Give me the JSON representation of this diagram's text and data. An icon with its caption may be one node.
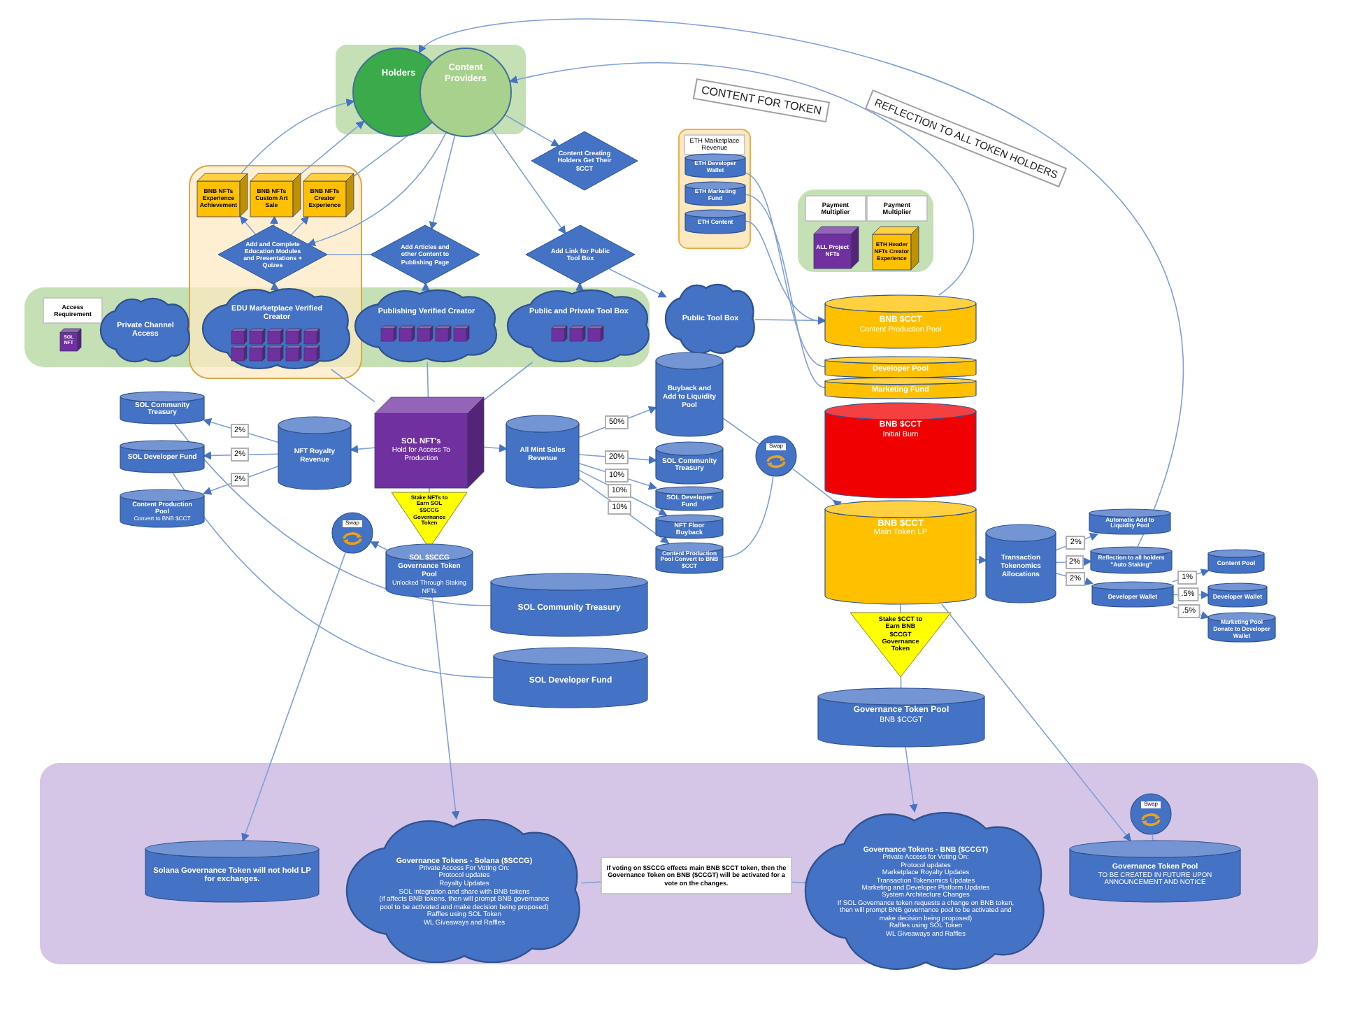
{
  "diagram": {
    "nodes": [
      {
        "text": [
          "Holders"
        ]
      },
      {
        "text": [
          "Content Providers"
        ]
      },
      {
        "text": [
          "Content Creating Holders Get Their $CCT"
        ]
      },
      {
        "text": [
          "ETH Marketplace Revenue"
        ]
      },
      {
        "text": [
          "ETH Developer Wallet"
        ],
        "in": 3
      },
      {
        "text": [
          "ETH Marketing Fund"
        ],
        "in": 3
      },
      {
        "text": [
          "ETH Content"
        ],
        "in": 3
      },
      {
        "text": [],
        "shape": "box"
      },
      {
        "text": [
          "Payment Multiplier"
        ],
        "in": 7
      },
      {
        "text": [
          "Payment Multiplier"
        ],
        "in": 7
      },
      {
        "text": [
          "ALL Project NFTs"
        ],
        "in": 7
      },
      {
        "text": [
          "ETH Header NFTs Creator Experience"
        ],
        "in": 7
      },
      {
        "text": [],
        "shape": "box"
      },
      {
        "text": [
          "BNB NFTs Experience Achievement"
        ],
        "in": 12
      },
      {
        "text": [
          "BNB NFTs Custom Art Sale"
        ],
        "in": 12
      },
      {
        "text": [
          "BNB NFTs Creator Experience"
        ],
        "in": 12
      },
      {
        "text": [
          "Add and Complete Education Modules and Presentations + Quizes"
        ],
        "in": 12
      },
      {
        "text": [
          "Add Articles and other Content to Publishing Page"
        ]
      },
      {
        "text": [
          "Add Link for Public Tool Box"
        ]
      },
      {
        "text": [],
        "shape": "box"
      },
      {
        "text": [
          "Access Requirement"
        ],
        "in": 19
      },
      {
        "text": [
          "SOL NFT"
        ],
        "in": 19
      },
      {
        "text": [
          "Private Channel Access"
        ],
        "in": 19
      },
      {
        "text": [
          "EDU Marketplace Verified Creator"
        ]
      },
      {
        "text": [
          "Publishing Verified Creator"
        ],
        "in": 19
      },
      {
        "text": [
          "Public and Private Tool Box"
        ],
        "in": 19
      },
      {
        "text": [
          "Public Tool Box"
        ]
      },
      {
        "text": [
          "BNB $CCT",
          "Content Production Pool"
        ]
      },
      {
        "text": [
          "Developer Pool"
        ]
      },
      {
        "text": [
          "Marketing Fund"
        ]
      },
      {
        "text": [
          "BNB $CCT",
          "Initial Burn"
        ]
      },
      {
        "text": [
          "BNB $CCT",
          "Main Token LP"
        ]
      },
      {
        "text": [
          "Transaction Tokenomics Allocations"
        ]
      },
      {
        "text": [
          "Automatic Add to Liquidity Pool"
        ]
      },
      {
        "text": [
          "Reflection to all holders \"Auto Staking\""
        ]
      },
      {
        "text": [
          "Developer Wallet"
        ]
      },
      {
        "text": [
          "Content Pool"
        ]
      },
      {
        "text": [
          "Developer Wallet"
        ]
      },
      {
        "text": [
          "Marketing Pool Donate to Developer Wallet"
        ]
      },
      {
        "text": [
          "Stake $CCT to Earn BNB $CCGT Governance Token"
        ]
      },
      {
        "text": [
          "Governance Token Pool",
          "BNB $CCGT"
        ]
      },
      {
        "text": [
          "SOL Community Treasury"
        ]
      },
      {
        "text": [
          "SOL Developer Fund"
        ]
      },
      {
        "text": [
          "Content Production Pool",
          "Convert to BNB $CCT"
        ]
      },
      {
        "text": [
          "NFT Royalty Revenue"
        ]
      },
      {
        "text": [
          "SOL NFT's",
          "Hold for Access To Production"
        ]
      },
      {
        "text": [
          "All Mint Sales Revenue"
        ]
      },
      {
        "text": [
          "Buyback and Add to Liquidity Pool"
        ]
      },
      {
        "text": [
          "SOL Community Treasury"
        ]
      },
      {
        "text": [
          "SOL Developer Fund"
        ]
      },
      {
        "text": [
          "NFT Floor Buyback"
        ]
      },
      {
        "text": [
          "Content Production Pool Convert to BNB $CCT"
        ]
      },
      {
        "text": [
          "Stake NFTs to Earn SOL $SCCG Governance Token"
        ]
      },
      {
        "text": [
          "Swap"
        ]
      },
      {
        "text": [
          "SOL $SCCG Governance Token Pool",
          "Unlocked Through Staking NFTs"
        ]
      },
      {
        "text": [
          "SOL Community Treasury"
        ]
      },
      {
        "text": [
          "SOL Developer Fund"
        ]
      },
      {
        "text": [
          "Swap"
        ]
      },
      {
        "text": [],
        "shape": "box"
      },
      {
        "text": [
          "Solana Governance Token will not hold LP for exchanges."
        ],
        "in": 58
      },
      {
        "text": [
          "Governance Tokens - Solana ($SCCG)",
          "Private Access For Voting On:",
          "Protocol updates",
          "Royalty Updates",
          "SOL integration and share with BNB tokens",
          "(if affects BNB tokens, then will prompt BNB governance pool to be activated and make decision being proposed)",
          "Raffles using SOL Token",
          "WL Giveaways and Raffles"
        ],
        "in": 58
      },
      {
        "text": [
          "If voting on $SCCG effects main BNB $CCT token, then the Governance Token on BNB ($CCGT) will be activated for a vote on the changes."
        ],
        "in": 58
      },
      {
        "text": [
          "Governance Tokens - BNB ($CCGT)",
          "Private Access for Voting On:",
          "Protocol updates",
          "Marketplace Royalty Updates",
          "Transaction Tokenomics Updates",
          "Marketing and Developer Platform Updates",
          "System Architecture Changes",
          "If SOL Governance token requests a change on BNB token, then will prompt BNB governance pool to be activated and make decision being proposed)",
          "Raffles using SOL Token",
          "WL Giveaways and Raffles"
        ],
        "in": 58
      },
      {
        "text": [
          "Swap"
        ],
        "in": 58
      },
      {
        "text": [
          "Governance Token Pool",
          "TO BE CREATED IN FUTURE UPON ANNOUNCEMENT AND NOTICE"
        ],
        "in": 58
      }
    ],
    "edges": [
      {
        "from": 44,
        "to": 41,
        "arrow": "to",
        "label": "2%"
      },
      {
        "from": 44,
        "to": 42,
        "arrow": "to",
        "label": "2%"
      },
      {
        "from": 44,
        "to": 43,
        "arrow": "to",
        "label": "2%"
      },
      {
        "from": 45,
        "to": 44,
        "arrow": "to"
      },
      {
        "from": 45,
        "to": 46,
        "arrow": "to"
      },
      {
        "from": 46,
        "to": 47,
        "arrow": "to",
        "label": "50%"
      },
      {
        "from": 46,
        "to": 48,
        "arrow": "to",
        "label": "20%"
      },
      {
        "from": 46,
        "to": 49,
        "arrow": "to",
        "label": "10%"
      },
      {
        "from": 46,
        "to": 50,
        "arrow": "to",
        "label": "10%"
      },
      {
        "from": 46,
        "to": 51,
        "arrow": "to",
        "label": "10%"
      },
      {
        "from": 45,
        "to": 52,
        "arrow": "none"
      },
      {
        "from": 54,
        "to": 53,
        "arrow": "to"
      },
      {
        "from": 23,
        "to": 45,
        "arrow": "none"
      },
      {
        "from": 24,
        "to": 45,
        "arrow": "none"
      },
      {
        "from": 25,
        "to": 45,
        "arrow": "none"
      },
      {
        "from": 23,
        "to": 16,
        "arrow": "to"
      },
      {
        "from": 24,
        "to": 17,
        "arrow": "to"
      },
      {
        "from": 25,
        "to": 18,
        "arrow": "to"
      },
      {
        "from": 16,
        "to": 13,
        "arrow": "to"
      },
      {
        "from": 16,
        "to": 14,
        "arrow": "to"
      },
      {
        "from": 16,
        "to": 15,
        "arrow": "to"
      },
      {
        "from": 1,
        "to": 16,
        "arrow": "to"
      },
      {
        "from": 1,
        "to": 17,
        "arrow": "to"
      },
      {
        "from": 1,
        "to": 18,
        "arrow": "to"
      },
      {
        "from": 16,
        "to": 17,
        "arrow": "none"
      },
      {
        "from": 18,
        "to": 26,
        "arrow": "to"
      },
      {
        "from": 1,
        "to": 2,
        "arrow": "to"
      },
      {
        "from": 27,
        "to": 1,
        "arrow": "to"
      },
      {
        "from": 34,
        "to": 0,
        "arrow": "to"
      },
      {
        "from": 13,
        "to": 0,
        "arrow": "to"
      },
      {
        "from": 14,
        "to": 0,
        "arrow": "to"
      },
      {
        "from": 15,
        "to": 1,
        "arrow": "to"
      },
      {
        "from": 4,
        "to": 28,
        "arrow": "none"
      },
      {
        "from": 5,
        "to": 29,
        "arrow": "none"
      },
      {
        "from": 6,
        "to": 27,
        "arrow": "none"
      },
      {
        "from": 31,
        "to": 32,
        "arrow": "to"
      },
      {
        "from": 32,
        "to": 33,
        "arrow": "to",
        "label": "2%"
      },
      {
        "from": 32,
        "to": 34,
        "arrow": "to",
        "label": "2%"
      },
      {
        "from": 32,
        "to": 35,
        "arrow": "to",
        "label": "2%"
      },
      {
        "from": 35,
        "to": 36,
        "arrow": "to",
        "label": "1%"
      },
      {
        "from": 35,
        "to": 37,
        "arrow": "to",
        "label": ".5%"
      },
      {
        "from": 35,
        "to": 38,
        "arrow": "to",
        "label": ".5%"
      },
      {
        "from": 31,
        "to": 39,
        "arrow": "none"
      },
      {
        "from": 39,
        "to": 40,
        "arrow": "none"
      },
      {
        "from": 57,
        "to": 31,
        "arrow": "to"
      },
      {
        "from": 51,
        "to": 57,
        "arrow": "none"
      },
      {
        "from": 47,
        "to": 57,
        "arrow": "none"
      },
      {
        "from": 53,
        "to": 59,
        "arrow": "to"
      },
      {
        "from": 54,
        "to": 60,
        "arrow": "to"
      },
      {
        "from": 60,
        "to": 61,
        "arrow": "none"
      },
      {
        "from": 61,
        "to": 62,
        "arrow": "to"
      },
      {
        "from": 40,
        "to": 62,
        "arrow": "to"
      },
      {
        "from": 31,
        "to": 64,
        "arrow": "to"
      },
      {
        "from": 63,
        "to": 64,
        "arrow": "none"
      },
      {
        "from": 41,
        "to": 55,
        "arrow": "none"
      },
      {
        "from": 42,
        "to": 56,
        "arrow": "none"
      },
      {
        "from": 26,
        "to": 27,
        "arrow": "to"
      }
    ],
    "labels": [
      "CONTENT FOR TOKEN",
      "REFLECTION TO ALL TOKEN HOLDERS"
    ]
  }
}
